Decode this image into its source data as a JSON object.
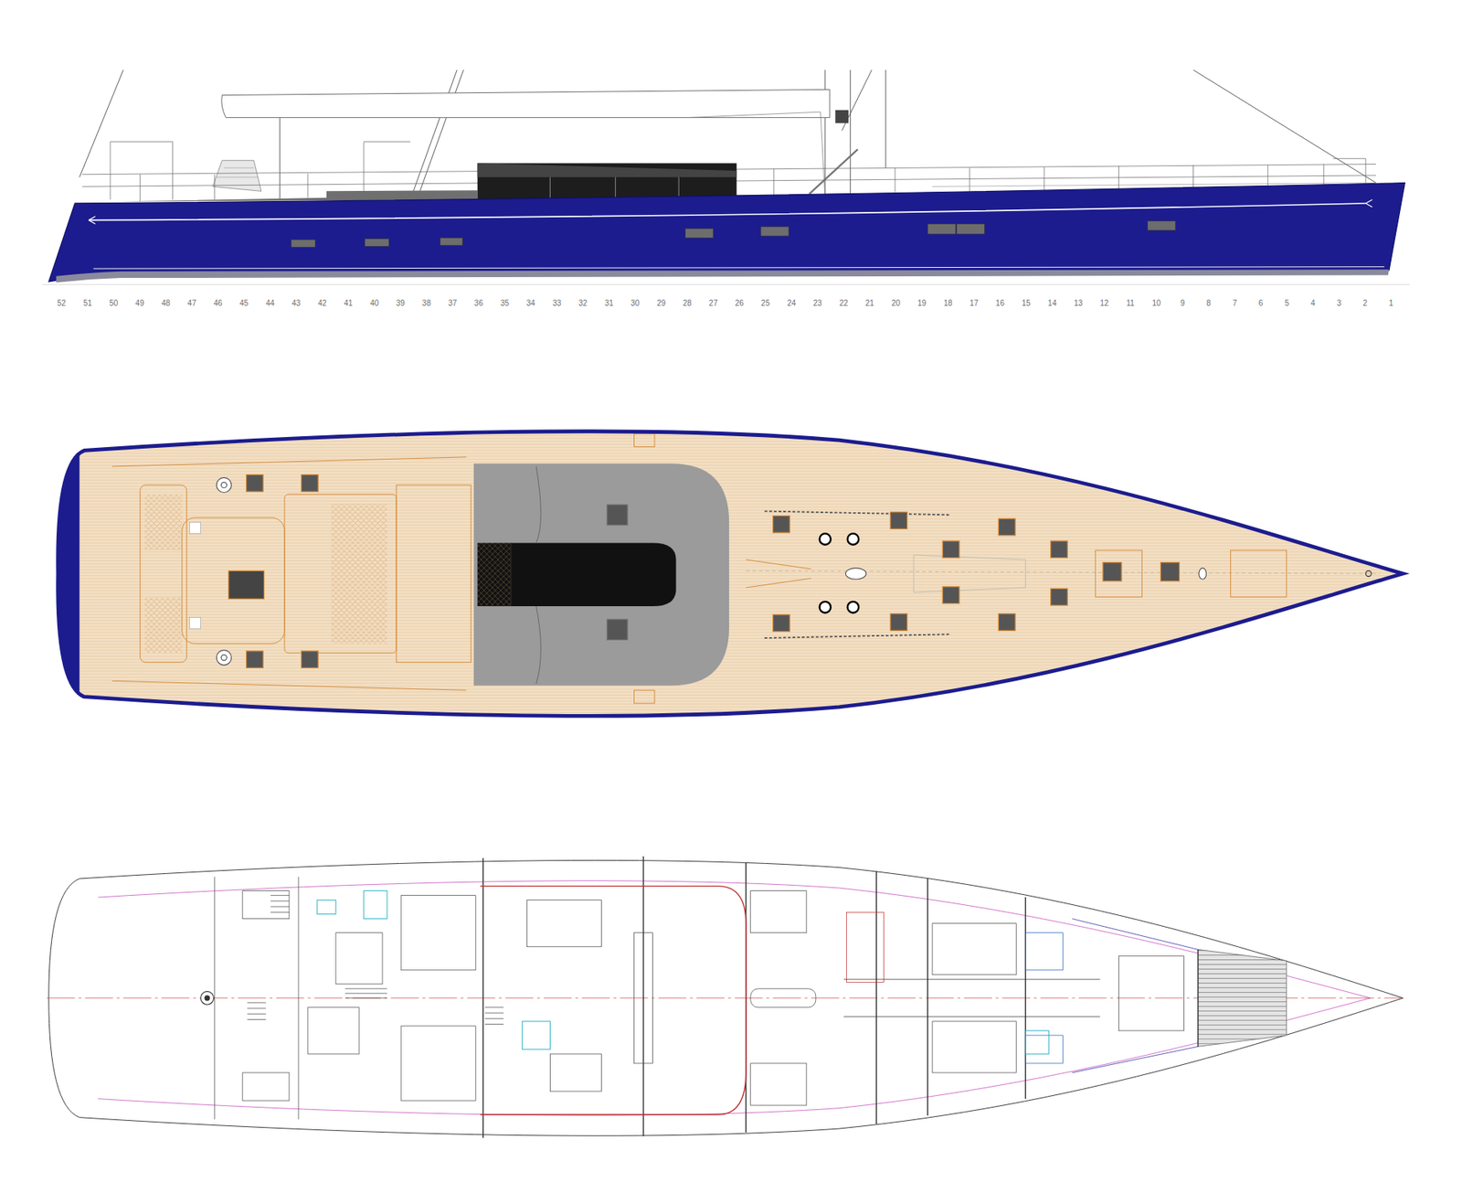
{
  "diagram": {
    "labels": [
      "52",
      "51",
      "50",
      "49",
      "48",
      "47",
      "46",
      "45",
      "44",
      "43",
      "42",
      "41",
      "40",
      "39",
      "38",
      "37",
      "36",
      "35",
      "34",
      "33",
      "32",
      "31",
      "30",
      "29",
      "28",
      "27",
      "26",
      "25",
      "24",
      "23",
      "22",
      "21",
      "20",
      "19",
      "18",
      "17",
      "16",
      "15",
      "14",
      "13",
      "12",
      "11",
      "10",
      "9",
      "8",
      "7",
      "6",
      "5",
      "4",
      "3",
      "2",
      "1"
    ]
  }
}
